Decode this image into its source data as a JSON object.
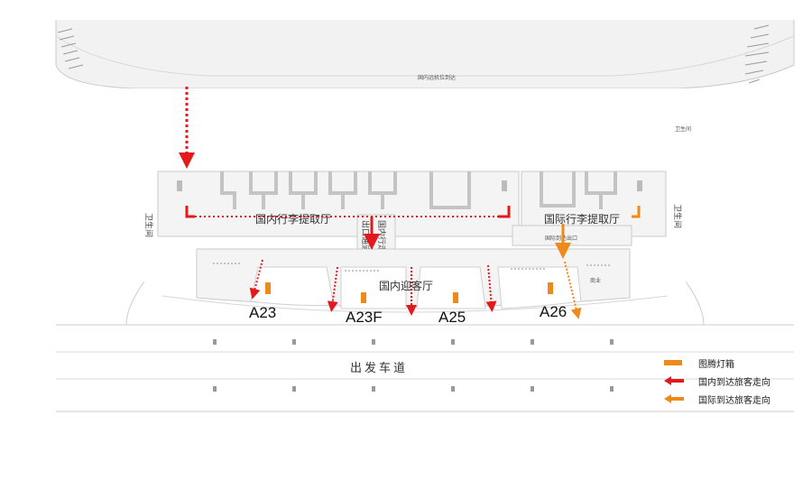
{
  "map": {
    "top_road_label": "国内远机位到达",
    "clinic_label": "卫生间",
    "left_wall_label": "卫生间",
    "right_wall_label": "卫生间",
    "domestic_baggage_hall": "国内行李提取厅",
    "international_baggage_hall": "国际行李提取厅",
    "domestic_exit_corridor": "出口通道",
    "domestic_exit_vertical": "国内行走",
    "international_exit": "国际到达出口",
    "domestic_arrival_hall": "国内迎客厅",
    "shop_label": "商业",
    "departure_road": "出发车道",
    "gates": [
      "A23",
      "A23F",
      "A25",
      "A26"
    ]
  },
  "legend": {
    "items": [
      {
        "label": "图腾灯箱",
        "color": "#ED8A19",
        "icon": "lightbox-bar-icon"
      },
      {
        "label": "国内到达旅客走向",
        "color": "#E3191B",
        "icon": "red-arrow-icon"
      },
      {
        "label": "国际到达旅客走向",
        "color": "#ED8A19",
        "icon": "orange-arrow-icon"
      }
    ]
  },
  "colors": {
    "domestic": "#E3191B",
    "international": "#ED8A19",
    "lightbox": "#ED8A19",
    "building_fill": "#f4f4f4",
    "outline": "#c7c7c7"
  }
}
